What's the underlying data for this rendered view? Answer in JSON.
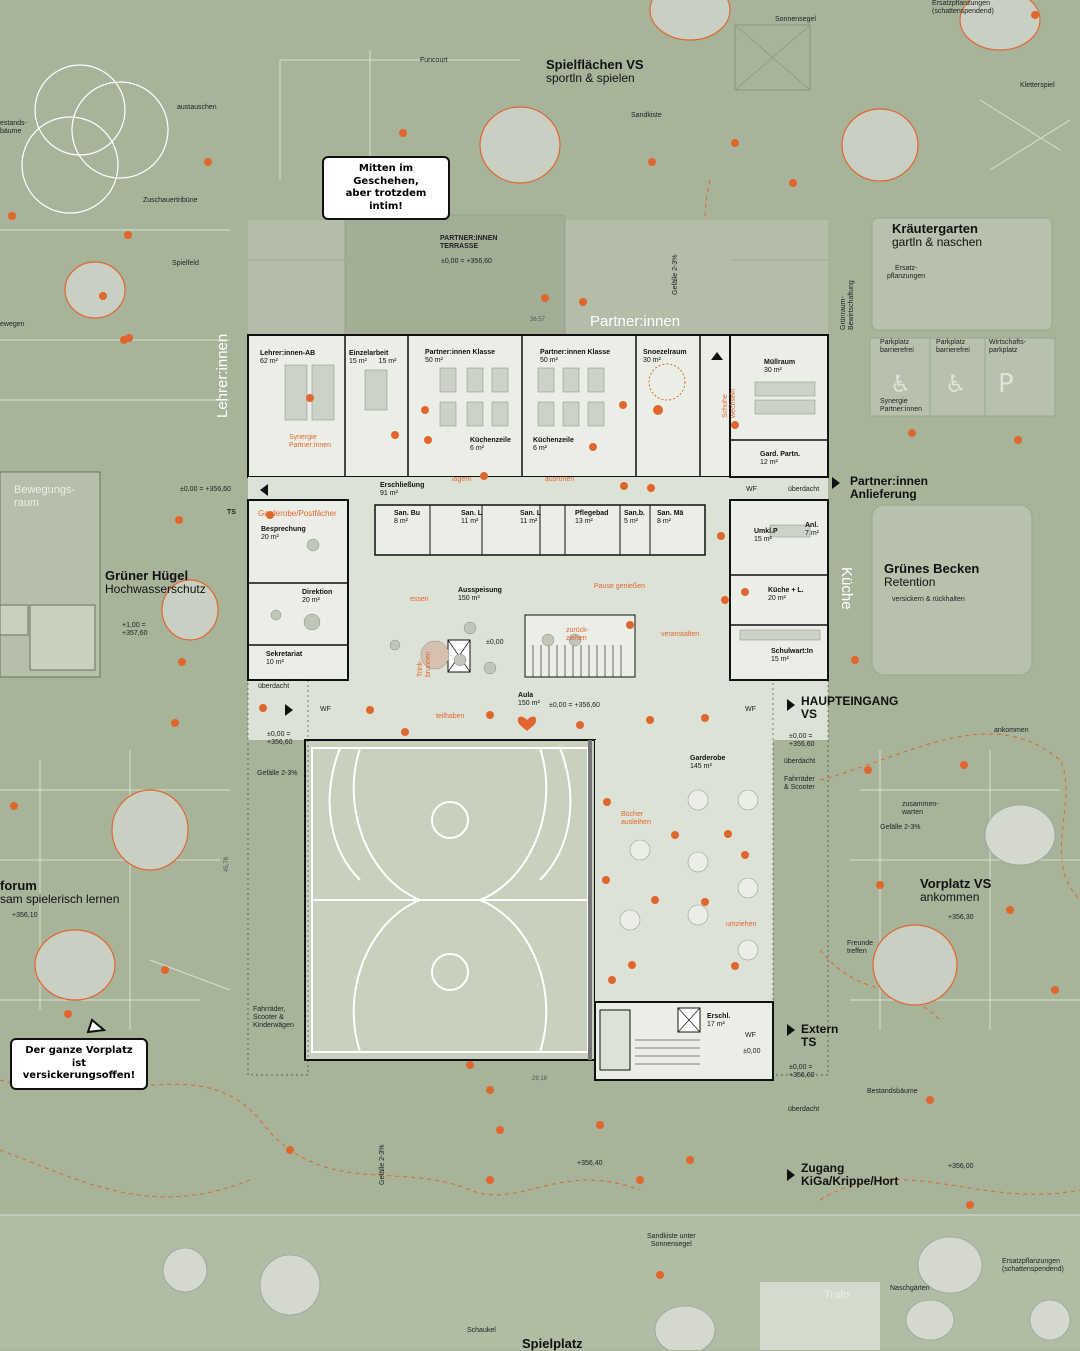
{
  "colors": {
    "ground": "#a7b49a",
    "building": "#ebeee6",
    "accent": "#e0662e",
    "wall": "#111111",
    "court": "#c8d1bd"
  },
  "bubbles": {
    "top": "Mitten im Geschehen,\naber trotzdem intim!",
    "bottom": "Der ganze Vorplatz ist\nversickerungsoffen!"
  },
  "zones": {
    "spielflaechen_title": "Spielflächen VS",
    "spielflaechen_sub": "sportln & spielen",
    "kraeutergarten_title": "Kräutergarten",
    "kraeutergarten_sub": "gartln & naschen",
    "gruener_huegel_title": "Grüner Hügel",
    "gruener_huegel_sub": "Hochwasserschutz",
    "gruenes_becken_title": "Grünes Becken",
    "gruenes_becken_sub": "Retention",
    "gruenes_becken_note": "versickern & rückhalten",
    "forum_title": "forum",
    "forum_sub": "sam spielerisch lernen",
    "vorplatz_title": "Vorplatz VS",
    "vorplatz_sub": "ankommen",
    "spielplatz": "Spielplatz",
    "partner_innen": "Partner:innen",
    "lehrer_innen": "Lehrer:innen",
    "kueche": "Küche",
    "bewegungsraum": "Bewegungs-\nraum",
    "trafo": "Trafo"
  },
  "entrances": {
    "anlieferung": "Partner:innen\nAnlieferung",
    "haupteingang": "HAUPTEINGANG\nVS",
    "extern": "Extern\nTS",
    "zugang": "Zugang\nKiGa/Krippe/Hort"
  },
  "rooms": {
    "lehrer_ab": {
      "name": "Lehrer:innen-AB",
      "area": "62 m²"
    },
    "einzelarbeit": {
      "name": "Einzelarbeit",
      "area": "15 m²",
      "area2": "15 m²"
    },
    "partner_klasse_1": {
      "name": "Partner:innen Klasse",
      "area": "50 m²"
    },
    "partner_klasse_2": {
      "name": "Partner:innen Klasse",
      "area": "50 m²"
    },
    "snoezelraum": {
      "name": "Snoezelraum",
      "area": "30 m²"
    },
    "muellraum": {
      "name": "Müllraum",
      "area": "30 m²"
    },
    "kuechenzeile_1": {
      "name": "Küchenzeile",
      "area": "6 m²"
    },
    "kuechenzeile_2": {
      "name": "Küchenzeile",
      "area": "6 m²"
    },
    "gard_partn": {
      "name": "Gard. Partn.",
      "area": "12 m²"
    },
    "erschliessung": {
      "name": "Erschließung",
      "area": "91 m²"
    },
    "san_bu": {
      "name": "San. Bu",
      "area": "8 m²"
    },
    "san_l1": {
      "name": "San. L",
      "area": "11 m²"
    },
    "san_l2": {
      "name": "San. L",
      "area": "11 m²"
    },
    "pflegebad": {
      "name": "Pflegebad",
      "area": "13 m²"
    },
    "san_b": {
      "name": "San.b.",
      "area": "5 m²"
    },
    "san_mae": {
      "name": "San. Mä",
      "area": "8 m²"
    },
    "umkl_p": {
      "name": "Umkl.P",
      "area": "15 m²"
    },
    "anl": {
      "name": "Anl.",
      "area": "7 m²"
    },
    "besprechung": {
      "name": "Besprechung",
      "area": "20 m²"
    },
    "direktion": {
      "name": "Direktion",
      "area": "20 m²"
    },
    "sekretariat": {
      "name": "Sekretariat",
      "area": "10 m²"
    },
    "ausspeisung": {
      "name": "Ausspeisung",
      "area": "150 m²"
    },
    "kueche_l": {
      "name": "Küche + L.",
      "area": "20 m²"
    },
    "schulwart": {
      "name": "Schulwart:In",
      "area": "15 m²"
    },
    "aula": {
      "name": "Aula",
      "area": "150 m²"
    },
    "garderobe": {
      "name": "Garderobe",
      "area": "145 m²"
    },
    "erschl": {
      "name": "Erschl.",
      "area": "17 m²"
    }
  },
  "activities": {
    "synergie": "Synergie\nPartner:innen",
    "garderobe_post": "Garderobe/Postfächer",
    "lagern": "lagern",
    "ausruhen": "ausruhen",
    "schuhe": "Schuhe\nwechseln",
    "essen": "essen",
    "pause": "Pause genießen",
    "zurueckziehen": "zurück-\nziehen",
    "veranstalten": "veranstalten",
    "trinkbrunnen": "Trink-\nbrunnen",
    "teilhaben": "teilhaben",
    "buecher": "Bücher\nausleihen",
    "umziehen": "umziehen"
  },
  "annotations": {
    "funcourt": "Funcourt",
    "sonnensegel": "Sonnensegel",
    "ersatzpfl_top": "Ersatzpflanzungen\n(schattenspendend)",
    "kletterspiel": "Kletterspiel",
    "sandkiste": "Sandkiste",
    "austauschen": "austauschen",
    "bestandsbaeume_tl": "estands-\nbäume",
    "zuschauertribuene": "Zuschauertribüne",
    "spielfeld": "Spielfeld",
    "bewegen": "ewegen",
    "terrasse": "PARTNER:INNEN\nTERRASSE",
    "terrasse_level": "±0,00 = +356,60",
    "gefaelle_top": "Gefälle 2-3%",
    "gruenraum": "Grünraum-\nBewirtschaftung",
    "ersatzpfl_garden": "Ersatz-\npflanzungen",
    "parkplatz1": "Parkplatz\nbarrierefrei",
    "parkplatz2": "Parkplatz\nbarrierefrei",
    "wirtschaft": "Wirtschafts-\nparkplatz",
    "synergie_park": "Synergie\nPartner:innen",
    "level_left": "±0,00 = +356,60",
    "ts": "TS",
    "ueberdacht_r1": "überdacht",
    "wf1": "WF",
    "level_huegel": "+1,00 =\n+357,60",
    "ueberdacht_l": "überdacht",
    "wf2": "WF",
    "wf3": "WF",
    "level_mid": "±0,00",
    "level_aula": "±0,00 = +356,60",
    "level_left2": "±0,00 =\n+356,60",
    "gefaelle_left": "Gefälle 2-3%",
    "level_right": "±0,00 =\n+356,60",
    "ueberdacht_r2": "überdacht",
    "fahrraeder": "Fahrräder\n& Scooter",
    "ankommen": "ankommen",
    "zusammenwarten": "zusammen-\nwarten",
    "gefaelle_right": "Gefälle 2-3%",
    "lvl_35610": "+356,10",
    "lvl_35630": "+356,30",
    "freunde": "Freunde\ntreffen",
    "fahrraeder_kiwa": "Fahrräder,\nScooter &\nKinderwägen",
    "wf4": "WF",
    "lvl_erschl": "±0,00",
    "lvl_extern": "±0,00 =\n+356,60",
    "ueberdacht_r3": "überdacht",
    "bestandsbaeume_r": "Bestandsbäume",
    "gefaelle_bottom": "Gefälle 2-3%",
    "lvl_35640": "+356,40",
    "lvl_35600": "+356,00",
    "sandkiste_sonne": "Sandkiste unter\nSonnensegel",
    "ersatzpfl_bottom": "Ersatzpflanzungen\n(schattenspendend)",
    "naschgaerten": "Naschgärten",
    "schaukel": "Schaukel",
    "dim_top": "36,57",
    "dim_bottom": "29,18",
    "dim_left": "45,78"
  }
}
